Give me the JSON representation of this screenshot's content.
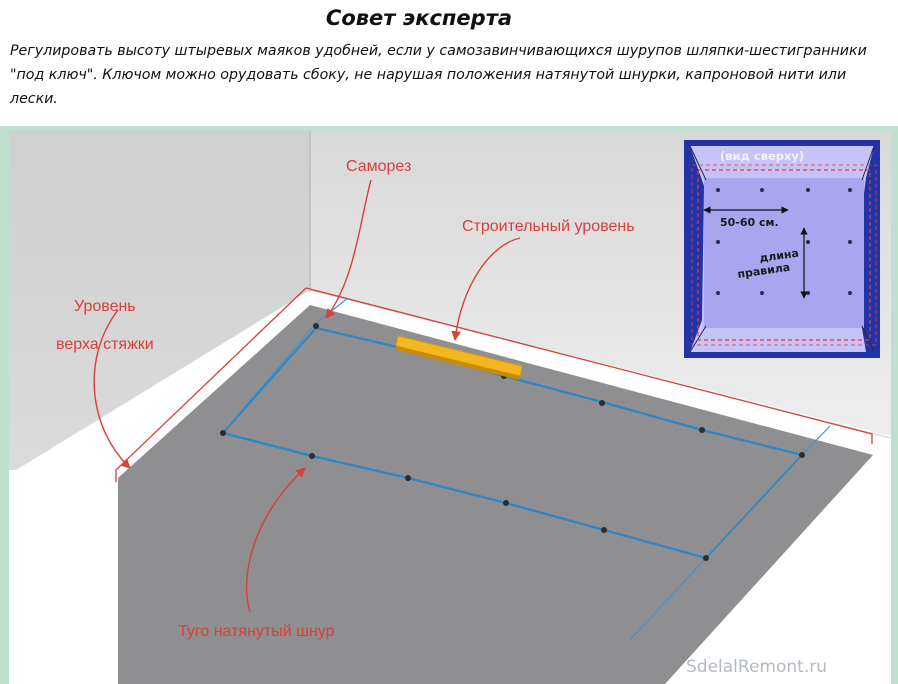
{
  "header": {
    "title": "Совет эксперта",
    "text": "Регулировать высоту штыревых маяков удобней, если у самозавинчивающихся шурупов шляпки-шестигранники \"под ключ\". Ключом можно орудовать сбоку, не нарушая положения натянутой шнурки, капроновой нити или лески."
  },
  "diagram": {
    "labels": {
      "screw": "Саморез",
      "level_tool": "Строительный уровень",
      "level_line1": "Уровень",
      "level_line2": "верха стяжки",
      "string": "Туго натянутый шнур"
    },
    "inset": {
      "title": "(вид сверху)",
      "spacing": "50-60 см.",
      "rule_line1": "длина",
      "rule_line2": "правила"
    },
    "watermark": "SdelalRemont.ru"
  },
  "colors": {
    "annotation": "#d8403a",
    "string": "#2f86c4",
    "floor": "#8c8c8e",
    "level_tool": "#f2b81d",
    "inset_fill": "#a9a6ef",
    "inset_border": "#2233a8"
  }
}
